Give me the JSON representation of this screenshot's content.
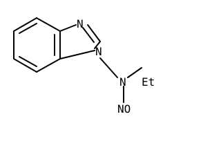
{
  "molecule": {
    "atoms": {
      "n_top": "N",
      "n_ring": "N",
      "n_amine": "N",
      "group_et": "Et",
      "group_no": "NO"
    }
  }
}
